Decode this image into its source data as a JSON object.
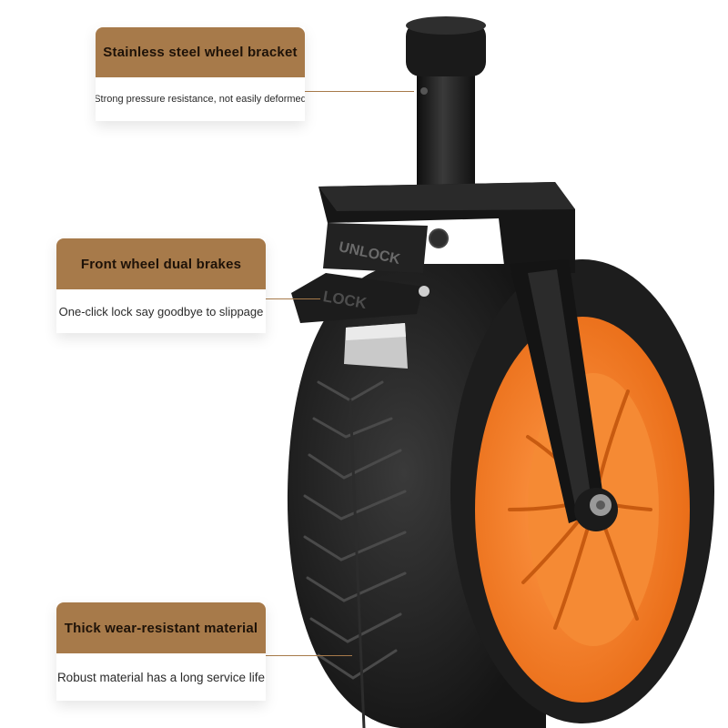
{
  "theme": {
    "accent": "#a77a4a",
    "tire": "#1f1f1f",
    "rim": "#f07a22",
    "bracket": "#171717",
    "text_dark": "#1e1208",
    "background": "#ffffff"
  },
  "callouts": [
    {
      "title": "Stainless steel wheel bracket",
      "description": "Strong pressure resistance, not easily deformed"
    },
    {
      "title": "Front wheel dual brakes",
      "description": "One-click lock say goodbye to slippage"
    },
    {
      "title": "Thick wear-resistant material",
      "description": "Robust material has a long service life"
    }
  ],
  "product": {
    "unlock_label": "UNLOCK",
    "lock_label": "LOCK"
  }
}
